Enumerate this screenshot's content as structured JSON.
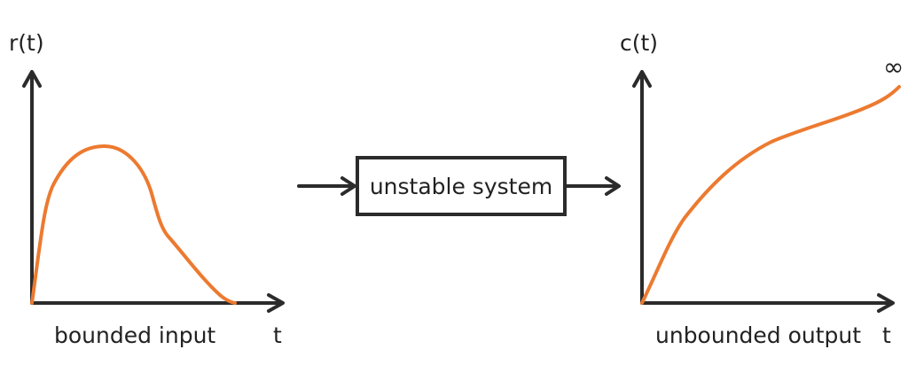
{
  "input_plot": {
    "y_label": "r(t)",
    "x_label": "t",
    "caption": "bounded input"
  },
  "system": {
    "label": "unstable system"
  },
  "output_plot": {
    "y_label": "c(t)",
    "x_label": "t",
    "caption": "unbounded output",
    "infinity_symbol": "∞"
  },
  "colors": {
    "curve": "#ec7a30",
    "lines": "#2b2b2b",
    "text": "#222222"
  }
}
